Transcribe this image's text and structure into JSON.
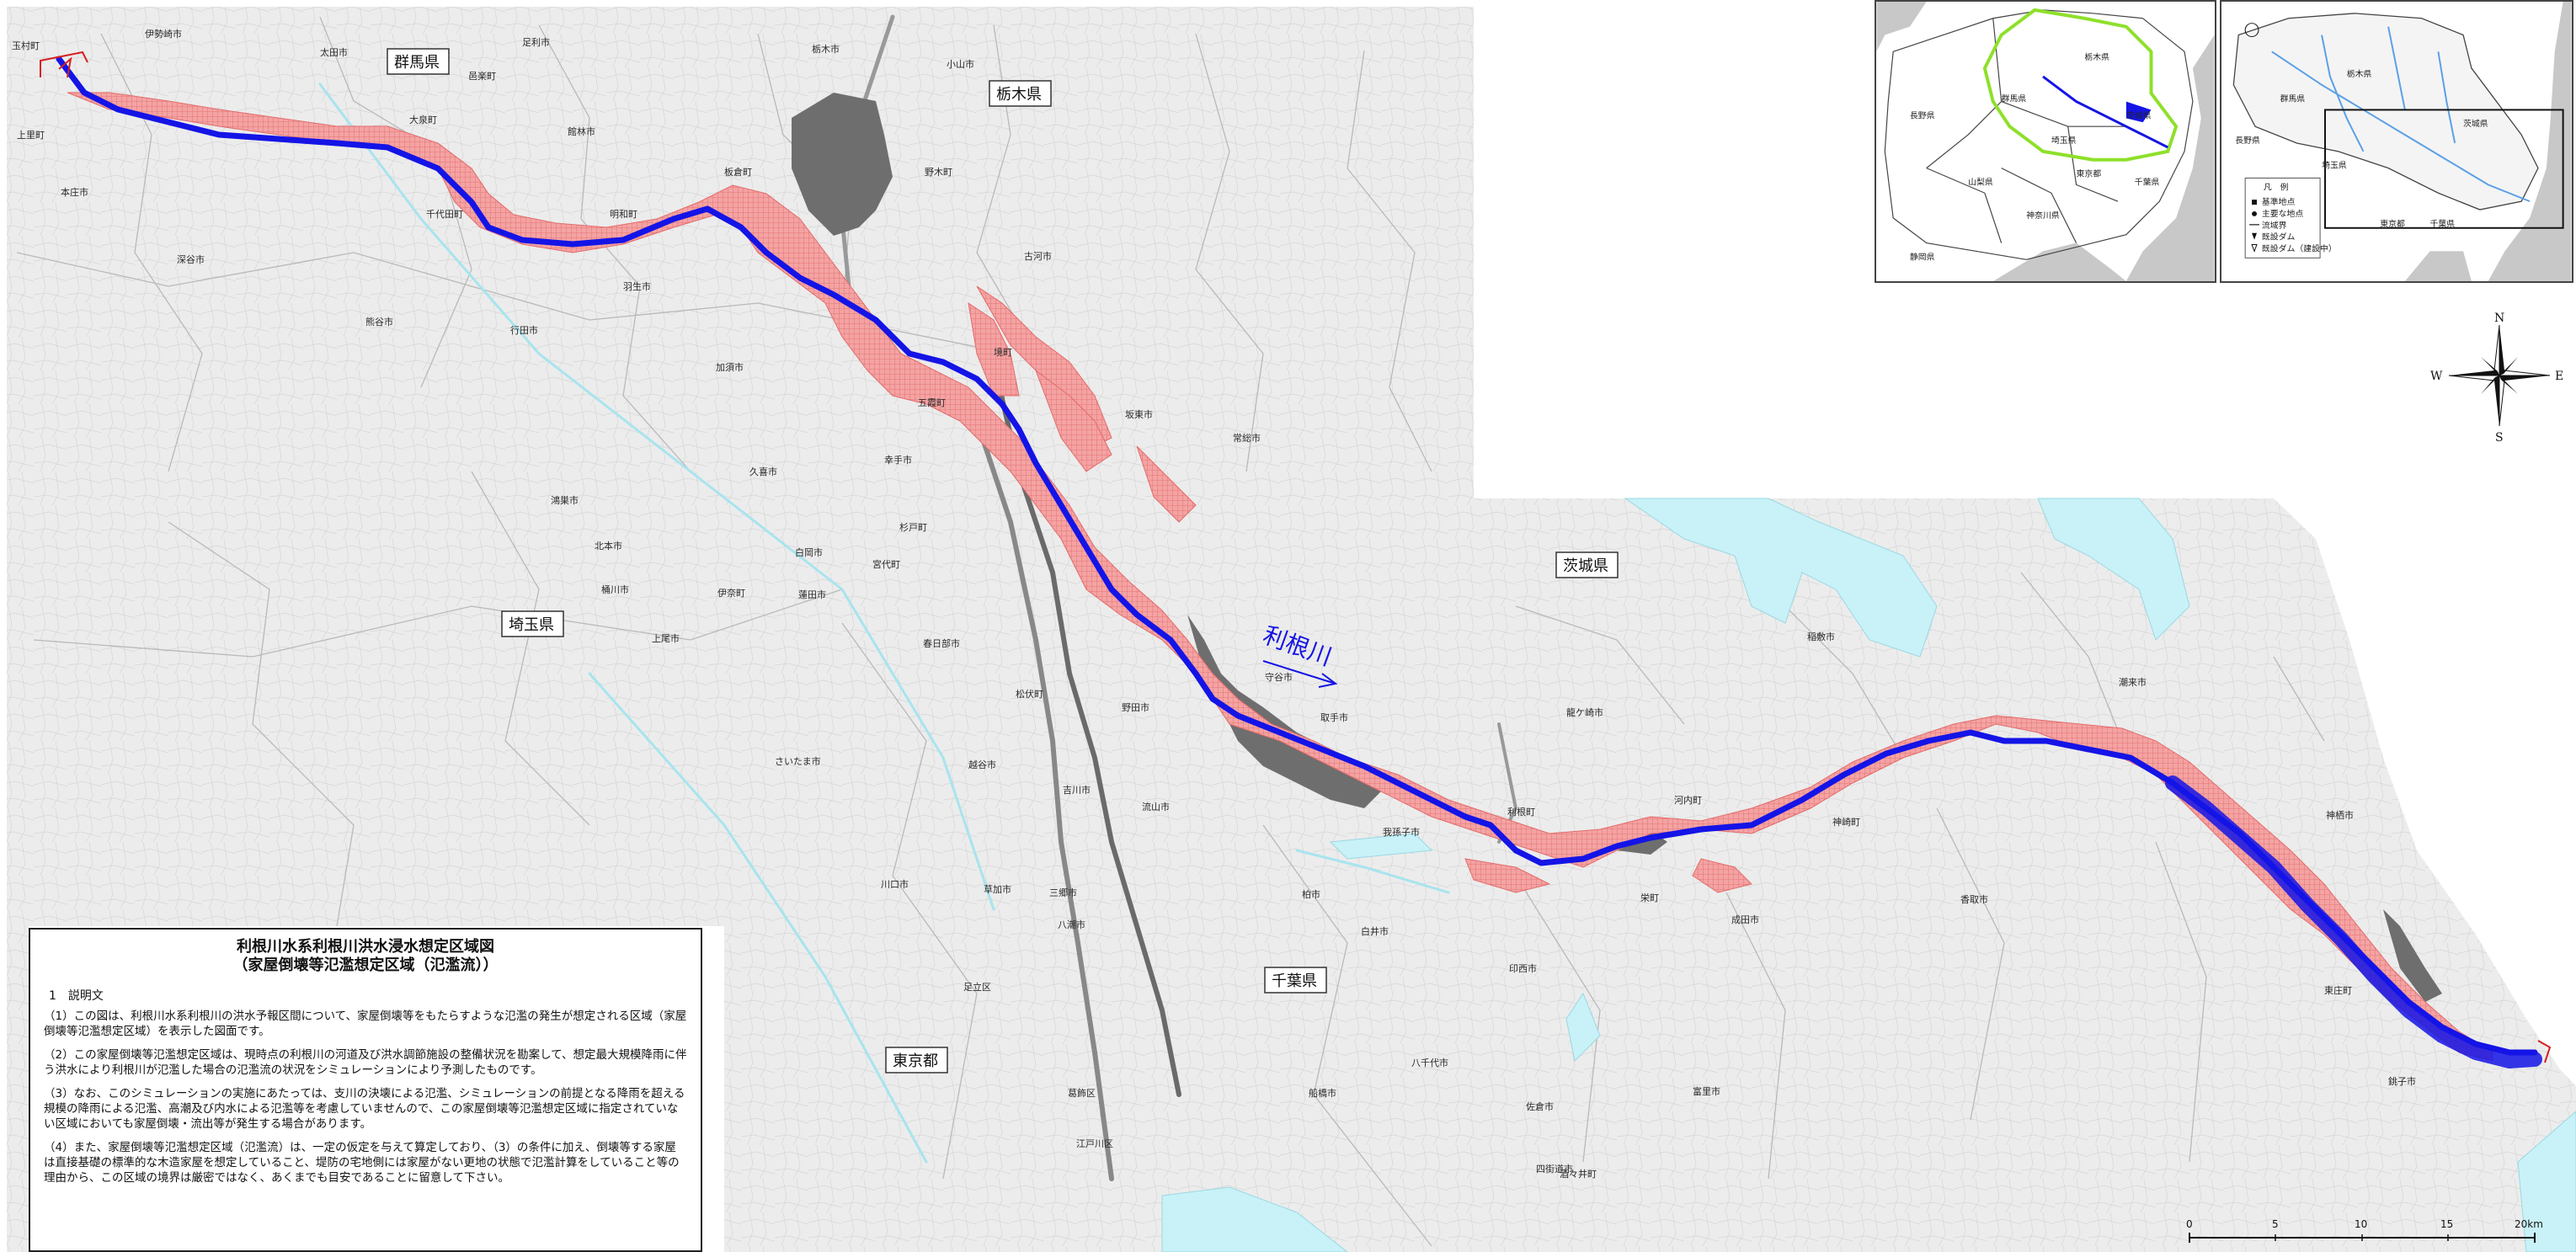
{
  "legend": {
    "title": "利根川水系利根川洪水浸水想定区域図",
    "subtitle": "（家屋倒壊等氾濫想定区域（氾濫流））",
    "section": "1　説明文",
    "paragraphs": [
      "（1）この図は、利根川水系利根川の洪水予報区間について、家屋倒壊等をもたらすような氾濫の発生が想定される区域（家屋倒壊等氾濫想定区域）を表示した図面です。",
      "（2）この家屋倒壊等氾濫想定区域は、現時点の利根川の河道及び洪水調節施設の整備状況を勘案して、想定最大規模降雨に伴う洪水により利根川が氾濫した場合の氾濫流の状況をシミュレーションにより予測したものです。",
      "（3）なお、このシミュレーションの実施にあたっては、支川の決壊による氾濫、シミュレーションの前提となる降雨を超える規模の降雨による氾濫、高潮及び内水による氾濫等を考慮していませんので、この家屋倒壊等氾濫想定区域に指定されていない区域においても家屋倒壊・流出等が発生する場合があります。",
      "（4）また、家屋倒壊等氾濫想定区域（氾濫流）は、一定の仮定を与えて算定しており、（3）の条件に加え、倒壊等する家屋は直接基礎の標準的な木造家屋を想定していること、堤防の宅地側には家屋がない更地の状態で氾濫計算をしていること等の理由から、この区域の境界は厳密ではなく、あくまでも目安であることに留意して下さい。"
    ]
  },
  "river_label": "利根川",
  "prefectures": [
    {
      "id": "gunma",
      "name": "群馬県"
    },
    {
      "id": "tochigi",
      "name": "栃木県"
    },
    {
      "id": "saitama",
      "name": "埼玉県"
    },
    {
      "id": "ibaraki",
      "name": "茨城県"
    },
    {
      "id": "chiba",
      "name": "千葉県"
    },
    {
      "id": "tokyo",
      "name": "東京都"
    }
  ],
  "places": [
    {
      "id": "tamamura",
      "name": "玉村町"
    },
    {
      "id": "isesaki",
      "name": "伊勢崎市"
    },
    {
      "id": "ota",
      "name": "太田市"
    },
    {
      "id": "ashikaga",
      "name": "足利市"
    },
    {
      "id": "tochigi-city",
      "name": "栃木市"
    },
    {
      "id": "oyama",
      "name": "小山市"
    },
    {
      "id": "kamisato",
      "name": "上里町"
    },
    {
      "id": "honjo",
      "name": "本庄市"
    },
    {
      "id": "fukaya",
      "name": "深谷市"
    },
    {
      "id": "ora",
      "name": "邑楽町"
    },
    {
      "id": "oizumi",
      "name": "大泉町"
    },
    {
      "id": "tatebayashi",
      "name": "館林市"
    },
    {
      "id": "itakura",
      "name": "板倉町"
    },
    {
      "id": "nogi",
      "name": "野木町"
    },
    {
      "id": "chiyoda",
      "name": "千代田町"
    },
    {
      "id": "meiwa",
      "name": "明和町"
    },
    {
      "id": "hanyu",
      "name": "羽生市"
    },
    {
      "id": "koga",
      "name": "古河市"
    },
    {
      "id": "kumagaya",
      "name": "熊谷市"
    },
    {
      "id": "gyoda",
      "name": "行田市"
    },
    {
      "id": "kazo",
      "name": "加須市"
    },
    {
      "id": "sakai",
      "name": "境町"
    },
    {
      "id": "goka",
      "name": "五霞町"
    },
    {
      "id": "bando",
      "name": "坂東市"
    },
    {
      "id": "joso",
      "name": "常総市"
    },
    {
      "id": "kuki",
      "name": "久喜市"
    },
    {
      "id": "satte",
      "name": "幸手市"
    },
    {
      "id": "konosu",
      "name": "鴻巣市"
    },
    {
      "id": "kitamoto",
      "name": "北本市"
    },
    {
      "id": "sugito",
      "name": "杉戸町"
    },
    {
      "id": "shiraoka",
      "name": "白岡市"
    },
    {
      "id": "miyashiro",
      "name": "宮代町"
    },
    {
      "id": "okegawa",
      "name": "桶川市"
    },
    {
      "id": "ina",
      "name": "伊奈町"
    },
    {
      "id": "hasuda",
      "name": "蓮田市"
    },
    {
      "id": "ageo",
      "name": "上尾市"
    },
    {
      "id": "kasukabe",
      "name": "春日部市"
    },
    {
      "id": "moriya",
      "name": "守谷市"
    },
    {
      "id": "toride",
      "name": "取手市"
    },
    {
      "id": "noda",
      "name": "野田市"
    },
    {
      "id": "matsubushi",
      "name": "松伏町"
    },
    {
      "id": "saitama-city",
      "name": "さいたま市"
    },
    {
      "id": "koshigaya",
      "name": "越谷市"
    },
    {
      "id": "yoshikawa",
      "name": "吉川市"
    },
    {
      "id": "nagareyama",
      "name": "流山市"
    },
    {
      "id": "abiko",
      "name": "我孫子市"
    },
    {
      "id": "tone",
      "name": "利根町"
    },
    {
      "id": "kawaguchi",
      "name": "川口市"
    },
    {
      "id": "soka",
      "name": "草加市"
    },
    {
      "id": "misato",
      "name": "三郷市"
    },
    {
      "id": "kashiwa",
      "name": "柏市"
    },
    {
      "id": "shiroi",
      "name": "白井市"
    },
    {
      "id": "yashio",
      "name": "八潮市"
    },
    {
      "id": "adachi",
      "name": "足立区"
    },
    {
      "id": "katsushika",
      "name": "葛飾区"
    },
    {
      "id": "edogawa",
      "name": "江戸川区"
    },
    {
      "id": "funabashi",
      "name": "船橋市"
    },
    {
      "id": "yachiyo",
      "name": "八千代市"
    },
    {
      "id": "inzai",
      "name": "印西市"
    },
    {
      "id": "sakae",
      "name": "栄町"
    },
    {
      "id": "kawachi",
      "name": "河内町"
    },
    {
      "id": "ryugasaki",
      "name": "龍ケ崎市"
    },
    {
      "id": "inashiki",
      "name": "稲敷市"
    },
    {
      "id": "kozaki",
      "name": "神崎町"
    },
    {
      "id": "narita",
      "name": "成田市"
    },
    {
      "id": "katori",
      "name": "香取市"
    },
    {
      "id": "itako",
      "name": "潮来市"
    },
    {
      "id": "kamisu",
      "name": "神栖市"
    },
    {
      "id": "tonosho",
      "name": "東庄町"
    },
    {
      "id": "choshi",
      "name": "銚子市"
    },
    {
      "id": "sakura",
      "name": "佐倉市"
    },
    {
      "id": "shisui",
      "name": "酒々井町"
    },
    {
      "id": "tomisato",
      "name": "富里市"
    },
    {
      "id": "yotsukaido",
      "name": "四街道市"
    }
  ],
  "inset_left": {
    "labels": [
      "群馬県",
      "栃木県",
      "長野県",
      "埼玉県",
      "山梨県",
      "東京都",
      "神奈川県",
      "千葉県",
      "静岡県",
      "茨城県"
    ]
  },
  "inset_right": {
    "labels": [
      "群馬県",
      "栃木県",
      "茨城県",
      "長野県",
      "埼玉県",
      "東京都",
      "千葉県"
    ],
    "legend_header": "凡　例",
    "legend_items": [
      "基準地点",
      "主要な地点",
      "流域界",
      "既設ダム",
      "既設ダム（建設中）"
    ]
  },
  "compass": {
    "n": "N",
    "s": "S",
    "e": "E",
    "w": "W"
  },
  "scale": {
    "ticks": [
      "0",
      "5",
      "10",
      "15",
      "20km"
    ]
  },
  "colors": {
    "river": "#1414e6",
    "flood_zone": "#f28c8c",
    "flood_grid": "#e05a5a",
    "gray_zone": "#6e6e6e",
    "water": "#c8f2f8",
    "land": "#eeeeee"
  }
}
